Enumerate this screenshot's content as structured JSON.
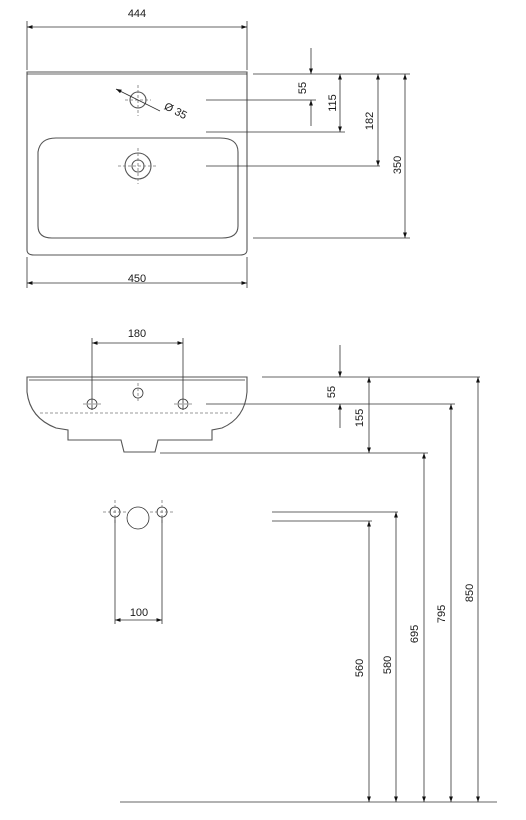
{
  "top_view": {
    "width_top": "444",
    "width_bottom": "450",
    "tap_hole_offset": "55",
    "overflow_offset": "115",
    "drain_offset": "182",
    "depth": "350",
    "tap_hole_diameter": "Ø 35"
  },
  "front_view": {
    "tap_spacing": "180",
    "rim_to_tap": "55",
    "basin_height": "155",
    "trap_spacing": "100",
    "height_560": "560",
    "height_580": "580",
    "height_695": "695",
    "height_795": "795",
    "height_850": "850"
  }
}
